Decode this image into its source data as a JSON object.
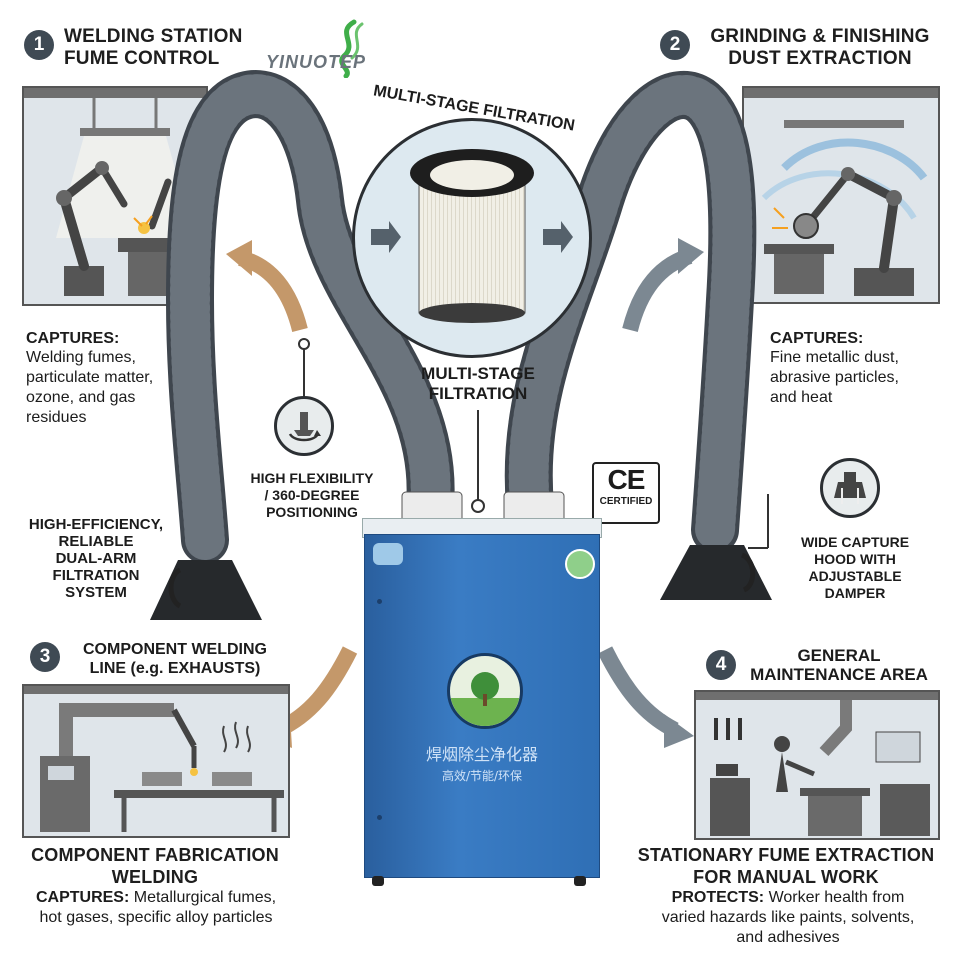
{
  "brand": {
    "logo_text": "YINUOTEP"
  },
  "sections": [
    {
      "number": "1",
      "title_line1": "WELDING STATION",
      "title_line2": "FUME CONTROL",
      "label": "CAPTURES:",
      "text_lines": [
        "Welding fumes,",
        "particulate matter,",
        "ozone, and gas",
        "residues"
      ]
    },
    {
      "number": "2",
      "title_line1": "GRINDING & FINISHING",
      "title_line2": "DUST EXTRACTION",
      "label": "CAPTURES:",
      "text_lines": [
        "Fine metallic dust,",
        "abrasive particles,",
        "and heat"
      ]
    },
    {
      "number": "3",
      "title_line1": "COMPONENT WELDING",
      "title_line2": "LINE (e.g. EXHAUSTS)",
      "bottom_line1": "COMPONENT FABRICATION",
      "bottom_line2": "WELDING",
      "label": "CAPTURES:",
      "text_line1": " Metallurgical fumes,",
      "text_line2": "hot gases, specific alloy particles"
    },
    {
      "number": "4",
      "title_line1": "GENERAL",
      "title_line2": "MAINTENANCE AREA",
      "bottom_line1": "STATIONARY FUME EXTRACTION",
      "bottom_line2": "FOR MANUAL WORK",
      "label": "PROTECTS:",
      "text_line1": " Worker health from",
      "text_line2": "varied hazards like paints, solvents,",
      "text_line3": "and adhesives"
    }
  ],
  "filter": {
    "arc_label": "MULTI-STAGE FILTRATION",
    "label_line1": "MULTI-STAGE",
    "label_line2": "FILTRATION"
  },
  "features": {
    "flex_line1": "HIGH FLEXIBILITY",
    "flex_line2": "/ 360-DEGREE",
    "flex_line3": "POSITIONING",
    "system_line1": "HIGH-EFFICIENCY,",
    "system_line2": "RELIABLE",
    "system_line3": "DUAL-ARM",
    "system_line4": "FILTRATION",
    "system_line5": "SYSTEM",
    "hood_line1": "WIDE CAPTURE",
    "hood_line2": "HOOD WITH",
    "hood_line3": "ADJUSTABLE",
    "hood_line4": "DAMPER",
    "ce_mark": "CE",
    "ce_text": "CERTIFIED"
  },
  "cabinet": {
    "title_cn": "焊烟除尘净化器",
    "subtitle_cn": "高效/节能/环保"
  },
  "colors": {
    "cabinet_blue": "#2f6fb5",
    "hose_gray": "#4b535c",
    "panel_bg": "#dfe5ea",
    "arrow_tan": "#c4986a",
    "arrow_gray": "#7c8892",
    "badge_dark": "#3f4a54"
  }
}
